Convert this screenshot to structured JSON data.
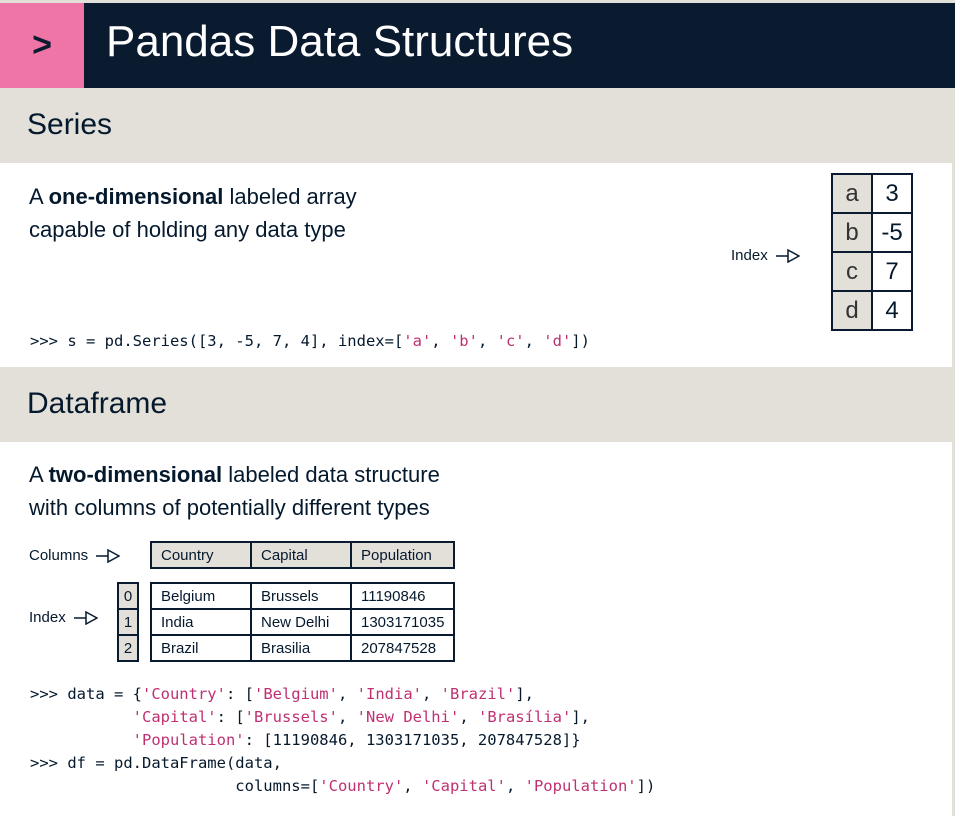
{
  "header": {
    "icon": "chevron-right",
    "prompt_glyph": ">",
    "title": "Pandas Data Structures"
  },
  "series": {
    "heading": "Series",
    "desc_pre": "A ",
    "desc_bold": "one-dimensional",
    "desc_post": " labeled array",
    "desc_line2": "capable of holding any data type",
    "index_label": "Index",
    "rows": [
      {
        "index": "a",
        "value": "3"
      },
      {
        "index": "b",
        "value": "-5"
      },
      {
        "index": "c",
        "value": "7"
      },
      {
        "index": "d",
        "value": "4"
      }
    ],
    "code": [
      [
        {
          "t": ">>> s = pd.Series([3, -5, 7, 4], index=["
        },
        {
          "t": "'a'",
          "s": 1
        },
        {
          "t": ", "
        },
        {
          "t": "'b'",
          "s": 1
        },
        {
          "t": ", "
        },
        {
          "t": "'c'",
          "s": 1
        },
        {
          "t": ", "
        },
        {
          "t": "'d'",
          "s": 1
        },
        {
          "t": "])"
        }
      ]
    ]
  },
  "dataframe": {
    "heading": "Dataframe",
    "desc_pre": "A ",
    "desc_bold": "two-dimensional",
    "desc_post": " labeled  data structure",
    "desc_line2": "with columns  of potentially different types",
    "columns_label": "Columns",
    "index_label": "Index",
    "columns": [
      "Country",
      "Capital",
      "Population"
    ],
    "index": [
      "0",
      "1",
      "2"
    ],
    "rows": [
      [
        "Belgium",
        "Brussels",
        "11190846"
      ],
      [
        "India",
        "New Delhi",
        "1303171035"
      ],
      [
        "Brazil",
        "Brasilia",
        "207847528"
      ]
    ],
    "code": [
      [
        {
          "t": ">>> data = {"
        },
        {
          "t": "'Country'",
          "s": 1
        },
        {
          "t": ": ["
        },
        {
          "t": "'Belgium'",
          "s": 1
        },
        {
          "t": ", "
        },
        {
          "t": "'India'",
          "s": 1
        },
        {
          "t": ", "
        },
        {
          "t": "'Brazil'",
          "s": 1
        },
        {
          "t": "],"
        }
      ],
      [
        {
          "t": "           "
        },
        {
          "t": "'Capital'",
          "s": 1
        },
        {
          "t": ": ["
        },
        {
          "t": "'Brussels'",
          "s": 1
        },
        {
          "t": ", "
        },
        {
          "t": "'New Delhi'",
          "s": 1
        },
        {
          "t": ", "
        },
        {
          "t": "'Brasília'",
          "s": 1
        },
        {
          "t": "],"
        }
      ],
      [
        {
          "t": "           "
        },
        {
          "t": "'Population'",
          "s": 1
        },
        {
          "t": ": [11190846, 1303171035, 207847528]}"
        }
      ],
      [
        {
          "t": ">>> df = pd.DataFrame(data,"
        }
      ],
      [
        {
          "t": "                      columns=["
        },
        {
          "t": "'Country'",
          "s": 1
        },
        {
          "t": ", "
        },
        {
          "t": "'Capital'",
          "s": 1
        },
        {
          "t": ", "
        },
        {
          "t": "'Population'",
          "s": 1
        },
        {
          "t": "])"
        }
      ]
    ]
  },
  "colors": {
    "navy": "#0b1b2f",
    "pink": "#ef75a6",
    "band": "#e3e0da",
    "string": "#bf3072"
  }
}
